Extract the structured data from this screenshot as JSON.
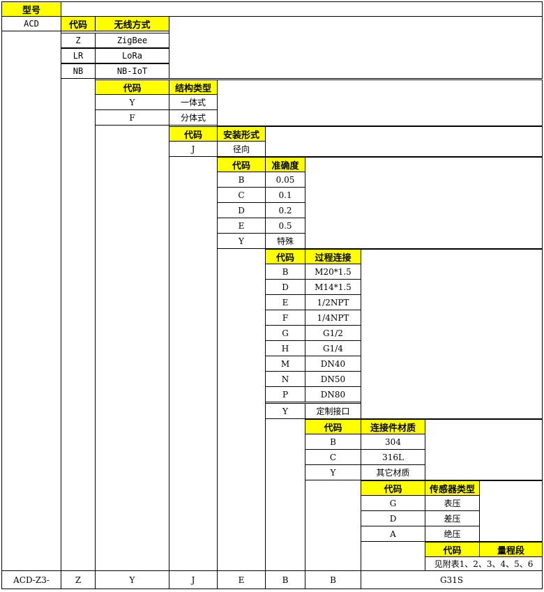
{
  "model_header": "型号",
  "model_value": "ACD",
  "code_header": "代码",
  "wireless": {
    "title": "无线方式",
    "rows": [
      {
        "code": "Z",
        "value": "ZigBee"
      },
      {
        "code": "LR",
        "value": "LoRa"
      },
      {
        "code": "NB",
        "value": "NB-IoT"
      }
    ]
  },
  "structure": {
    "title": "结构类型",
    "rows": [
      {
        "code": "Y",
        "value": "一体式"
      },
      {
        "code": "F",
        "value": "分体式"
      }
    ]
  },
  "install": {
    "title": "安装形式",
    "rows": [
      {
        "code": "J",
        "value": "径向"
      }
    ]
  },
  "accuracy": {
    "title": "准确度",
    "rows": [
      {
        "code": "B",
        "value": "0.05"
      },
      {
        "code": "C",
        "value": "0.1"
      },
      {
        "code": "D",
        "value": "0.2"
      },
      {
        "code": "E",
        "value": "0.5"
      },
      {
        "code": "Y",
        "value": "特殊"
      }
    ]
  },
  "process": {
    "title": "过程连接",
    "rows": [
      {
        "code": "B",
        "value": "M20*1.5"
      },
      {
        "code": "D",
        "value": "M14*1.5"
      },
      {
        "code": "E",
        "value": "1/2NPT"
      },
      {
        "code": "F",
        "value": "1/4NPT"
      },
      {
        "code": "G",
        "value": "G1/2"
      },
      {
        "code": "H",
        "value": "G1/4"
      },
      {
        "code": "M",
        "value": "DN40"
      },
      {
        "code": "N",
        "value": "DN50"
      },
      {
        "code": "P",
        "value": "DN80"
      },
      {
        "code": "Y",
        "value": "定制接口"
      }
    ]
  },
  "material": {
    "title": "连接件材质",
    "rows": [
      {
        "code": "B",
        "value": "304"
      },
      {
        "code": "C",
        "value": "316L"
      },
      {
        "code": "Y",
        "value": "其它材质"
      }
    ]
  },
  "sensor": {
    "title": "传感器类型",
    "rows": [
      {
        "code": "G",
        "value": "表压"
      },
      {
        "code": "D",
        "value": "差压"
      },
      {
        "code": "A",
        "value": "绝压"
      }
    ]
  },
  "range": {
    "title": "量程段",
    "note": "见附表1、2、3、4、5、6"
  },
  "example": [
    "ACD-Z3-",
    "Z",
    "Y",
    "J",
    "E",
    "B",
    "B",
    "G31S"
  ]
}
